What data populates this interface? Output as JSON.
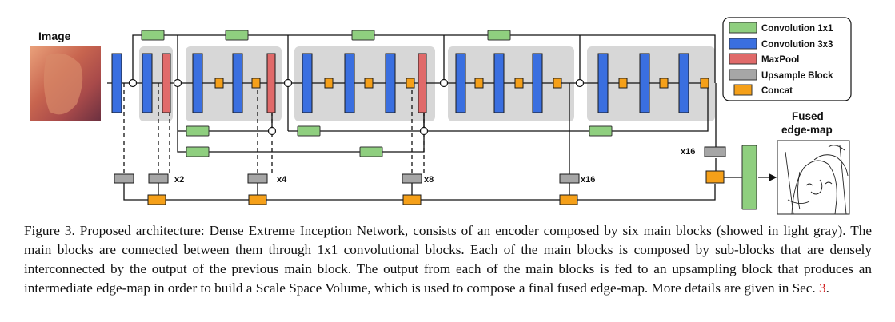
{
  "figure": {
    "image_label": "Image",
    "output_label_line1": "Fused",
    "output_label_line2": "edge-map",
    "scale_labels": [
      "x2",
      "x4",
      "x8",
      "x16",
      "x16"
    ],
    "legend": [
      {
        "label": "Convolution 1x1",
        "color": "#8fcf7f"
      },
      {
        "label": "Convolution 3x3",
        "color": "#3a6fe0"
      },
      {
        "label": "MaxPool",
        "color": "#e06a6a"
      },
      {
        "label": "Upsample Block",
        "color": "#a6a6a6"
      },
      {
        "label": "Concat",
        "color": "#f5a019"
      }
    ],
    "colors": {
      "main_block": "#d7d7d7",
      "line": "#111111"
    }
  },
  "caption": {
    "prefix": "Figure 3. Proposed architecture: Dense Extreme Inception Network, consists of an encoder composed by six main blocks (showed in light gray). The main blocks are connected between them through 1x1 convolutional blocks. Each of the main blocks is composed by sub-blocks that are densely interconnected by the output of the previous main block. The output from each of the main blocks is fed to an upsampling block that produces an intermediate edge-map in order to build a Scale Space Volume, which is used to compose a final fused edge-map. More details are given in Sec. ",
    "ref": "3",
    "suffix": "."
  }
}
